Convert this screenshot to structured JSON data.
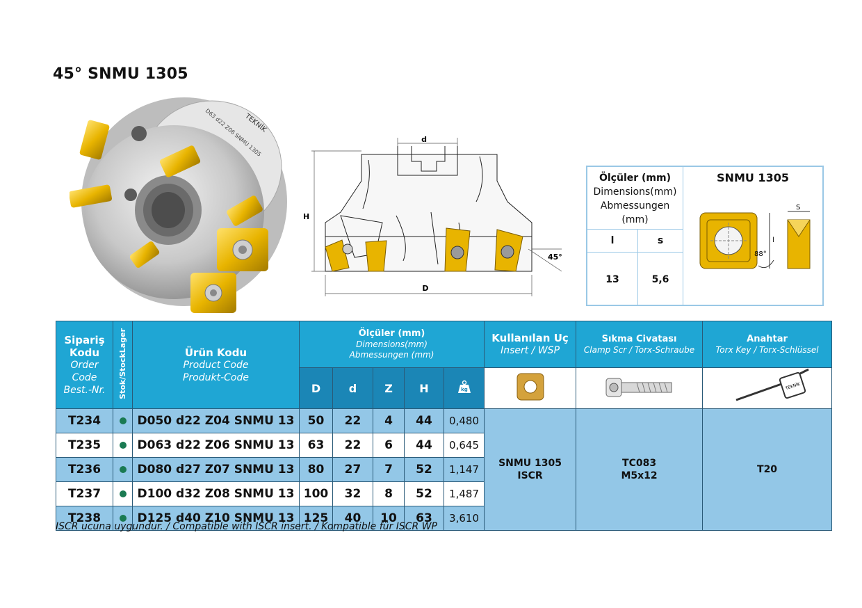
{
  "title": "45° SNMU 1305",
  "cutter_label": {
    "brand": "TEKNİK",
    "marking": "D63 d22 Z06 SNMU 1305"
  },
  "drawing": {
    "label_d": "d",
    "label_H": "H",
    "label_D": "D",
    "label_angle": "45°"
  },
  "dimbox": {
    "header_lines": [
      "Ölçüler (mm)",
      "Dimensions(mm)",
      "Abmessungen",
      "(mm)"
    ],
    "insert_name": "SNMU 1305",
    "col_l": "l",
    "col_s": "s",
    "val_l": "13",
    "val_s": "5,6",
    "drawing_s": "S",
    "drawing_l": "l",
    "drawing_angle": "88°"
  },
  "table": {
    "col_order": [
      "Sipariş",
      "Kodu",
      "Order",
      "Code",
      "Best.-Nr."
    ],
    "col_stock": "Stok/StockLager",
    "col_product": [
      "Ürün Kodu",
      "Product Code",
      "Produkt-Code"
    ],
    "col_dims": [
      "Ölçüler (mm)",
      "Dimensions(mm)",
      "Abmessungen (mm)"
    ],
    "dim_cols": [
      "D",
      "d",
      "Z",
      "H"
    ],
    "weight_icon": "kg",
    "col_insert": [
      "Kullanılan Uç",
      "Insert / WSP"
    ],
    "col_screw": [
      "Sıkma Civatası",
      "Clamp Scr / Torx-Schraube"
    ],
    "col_key": [
      "Anahtar",
      "Torx Key / Torx-Schlüssel"
    ],
    "rows": [
      {
        "code": "T234",
        "product": "D050 d22 Z04 SNMU 13",
        "D": "50",
        "d": "22",
        "Z": "4",
        "H": "44",
        "w": "0,480"
      },
      {
        "code": "T235",
        "product": "D063 d22 Z06 SNMU 13",
        "D": "63",
        "d": "22",
        "Z": "6",
        "H": "44",
        "w": "0,645"
      },
      {
        "code": "T236",
        "product": "D080 d27 Z07 SNMU 13",
        "D": "80",
        "d": "27",
        "Z": "7",
        "H": "52",
        "w": "1,147"
      },
      {
        "code": "T237",
        "product": "D100 d32 Z08 SNMU 13",
        "D": "100",
        "d": "32",
        "Z": "8",
        "H": "52",
        "w": "1,487"
      },
      {
        "code": "T238",
        "product": "D125 d40 Z10 SNMU 13",
        "D": "125",
        "d": "40",
        "Z": "10",
        "H": "63",
        "w": "3,610"
      }
    ],
    "insert_value": [
      "SNMU 1305",
      "ISCR"
    ],
    "screw_value": [
      "TC083",
      "M5x12"
    ],
    "key_value": "T20",
    "key_label": "TEKNİK"
  },
  "footnote": "ISCR ucuna uygundur. / Compatible with ISCR insert. / Kompatible für ISCR WP",
  "colors": {
    "header_blue": "#1fa6d4",
    "row_blue": "#93c7e7",
    "stock_green": "#1a7a52",
    "insert_gold": "#e8b400"
  }
}
